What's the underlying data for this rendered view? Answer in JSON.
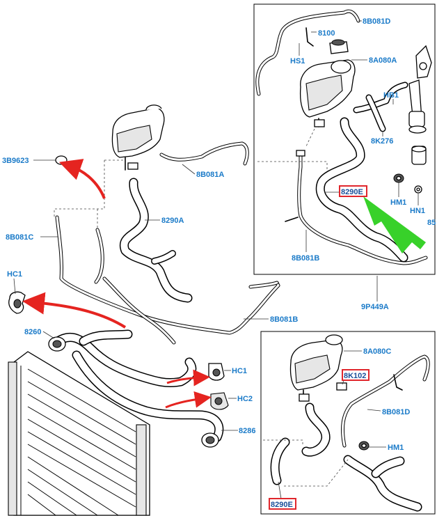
{
  "colors": {
    "label_blue": "#1a7ac8",
    "highlight_red": "#e0262c",
    "arrow_red": "#e52420",
    "arrow_green": "#38d12a",
    "line": "#000000"
  },
  "labels": {
    "l_8b081d_top": "8B081D",
    "l_8100": "8100",
    "l_hs1": "HS1",
    "l_8a080a": "8A080A",
    "l_hb1": "HB1",
    "l_8k276": "8K276",
    "l_8290e_top": "8290E",
    "l_hm1_top": "HM1",
    "l_hn1": "HN1",
    "l_85": "85",
    "l_8b081b_top": "8B081B",
    "l_9p449a": "9P449A",
    "l_3b9623": "3B9623",
    "l_8b081a": "8B081A",
    "l_8290a": "8290A",
    "l_8b081c": "8B081C",
    "l_hc1_left": "HC1",
    "l_8b081b_mid": "8B081B",
    "l_8260": "8260",
    "l_hc1_right": "HC1",
    "l_hc2": "HC2",
    "l_8286": "8286",
    "l_8a080c": "8A080C",
    "l_8k102": "8K102",
    "l_8b081d_bot": "8B081D",
    "l_hm1_bot": "HM1",
    "l_8290e_bot": "8290E"
  }
}
